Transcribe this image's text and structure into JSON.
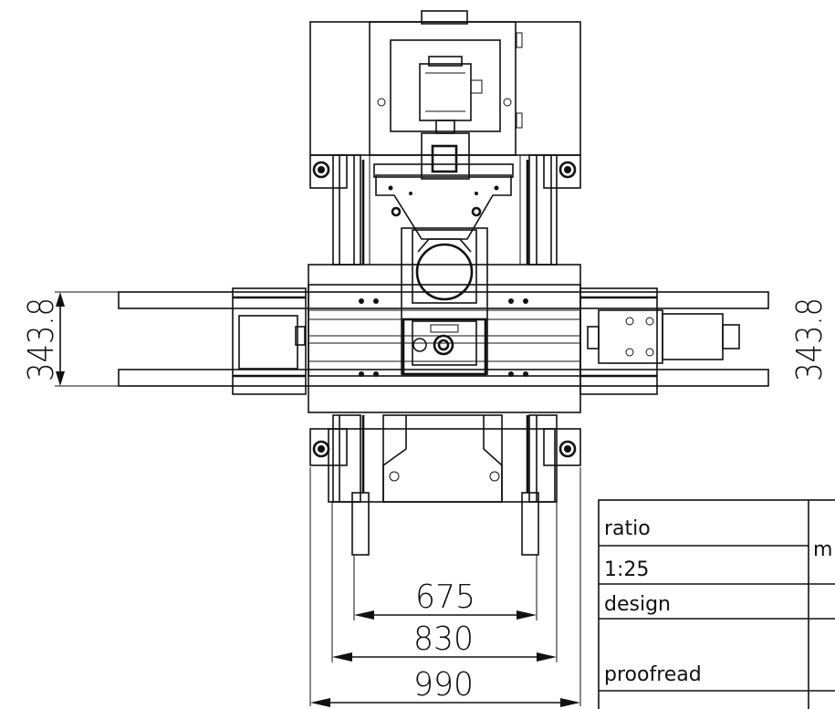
{
  "dimensions": {
    "travel_left": "343.8",
    "travel_right": "343.8",
    "inner_width": "675",
    "middle_width": "830",
    "outer_width": "990"
  },
  "title_block": {
    "ratio_label": "ratio",
    "ratio_value": "1:25",
    "design_label": "design",
    "proofread_label": "proofread",
    "cut_label": "m"
  }
}
